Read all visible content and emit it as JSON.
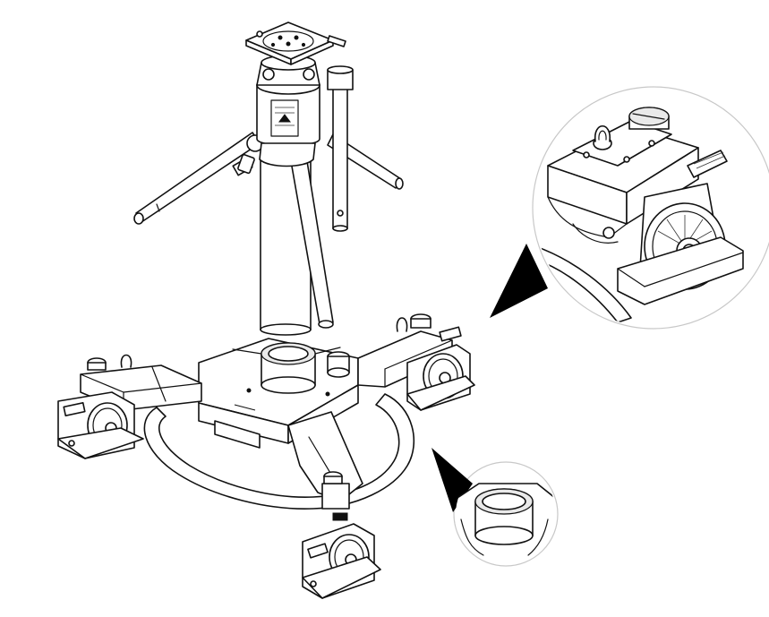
{
  "illustration": {
    "subject": "",
    "colors": {
      "line": "#111111",
      "background": "#ffffff",
      "callout_border": "#c8c8c8",
      "pointer": "#000000"
    },
    "callouts": [
      {
        "id": "upper-callout",
        "icon": "zoom-detail-wheel-brake"
      },
      {
        "id": "lower-callout",
        "icon": "zoom-detail-center-socket"
      }
    ]
  }
}
